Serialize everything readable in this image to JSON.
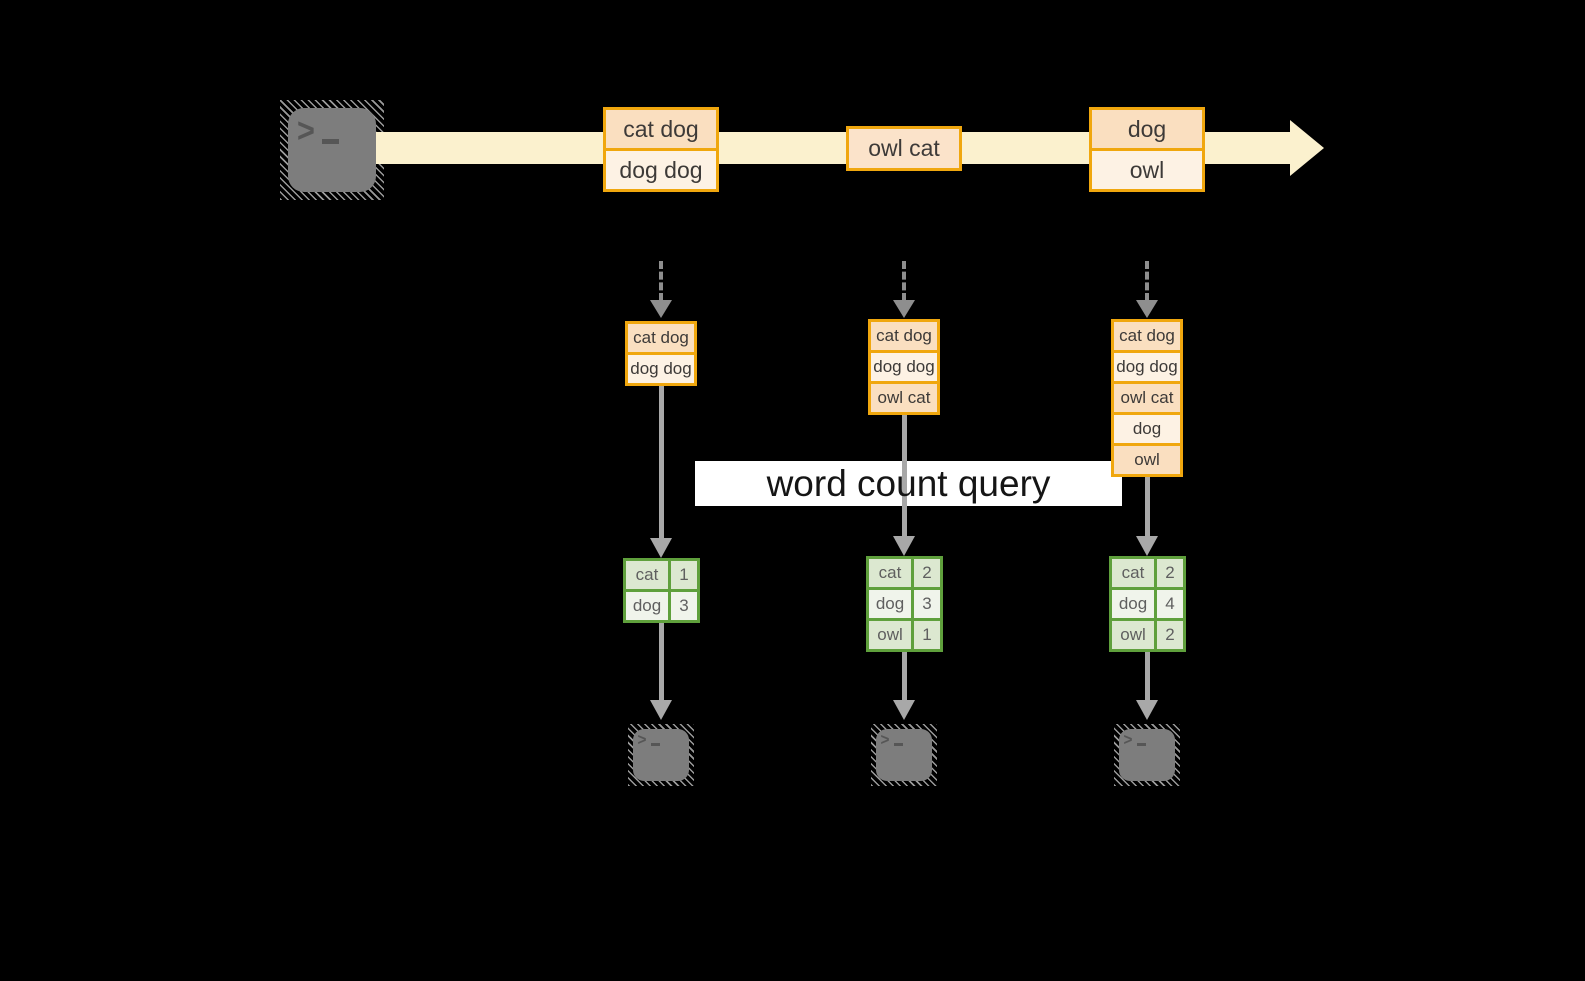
{
  "query_label": "word count query",
  "stream": {
    "source_icon": "terminal-icon",
    "events": [
      {
        "rows": [
          "cat dog",
          "dog dog"
        ]
      },
      {
        "rows": [
          "owl cat"
        ]
      },
      {
        "rows": [
          "dog",
          "owl"
        ]
      }
    ]
  },
  "columns": [
    {
      "buffer_rows": [
        "cat dog",
        "dog dog"
      ],
      "counts": [
        {
          "word": "cat",
          "count": "1"
        },
        {
          "word": "dog",
          "count": "3"
        }
      ],
      "sink_icon": "terminal-icon"
    },
    {
      "buffer_rows": [
        "cat dog",
        "dog dog",
        "owl cat"
      ],
      "counts": [
        {
          "word": "cat",
          "count": "2"
        },
        {
          "word": "dog",
          "count": "3"
        },
        {
          "word": "owl",
          "count": "1"
        }
      ],
      "sink_icon": "terminal-icon"
    },
    {
      "buffer_rows": [
        "cat dog",
        "dog dog",
        "owl cat",
        "dog",
        "owl"
      ],
      "counts": [
        {
          "word": "cat",
          "count": "2"
        },
        {
          "word": "dog",
          "count": "4"
        },
        {
          "word": "owl",
          "count": "2"
        }
      ],
      "sink_icon": "terminal-icon"
    }
  ],
  "colors": {
    "stream_fill": "#FBF1CE",
    "event_border": "#F0A70E",
    "event_row_dark": "#FADFC0",
    "event_row_light": "#FDF2E4",
    "event_row_medium": "#FBE3CA",
    "table_border": "#5FA03C",
    "table_cell_dark": "#DCE8D0",
    "table_cell_light": "#F0F4EB",
    "arrow_gray": "#A8A8A8",
    "terminal_gray": "#7D7D7D",
    "query_band_bg": "#FFFFFF",
    "query_text": "#151515"
  }
}
